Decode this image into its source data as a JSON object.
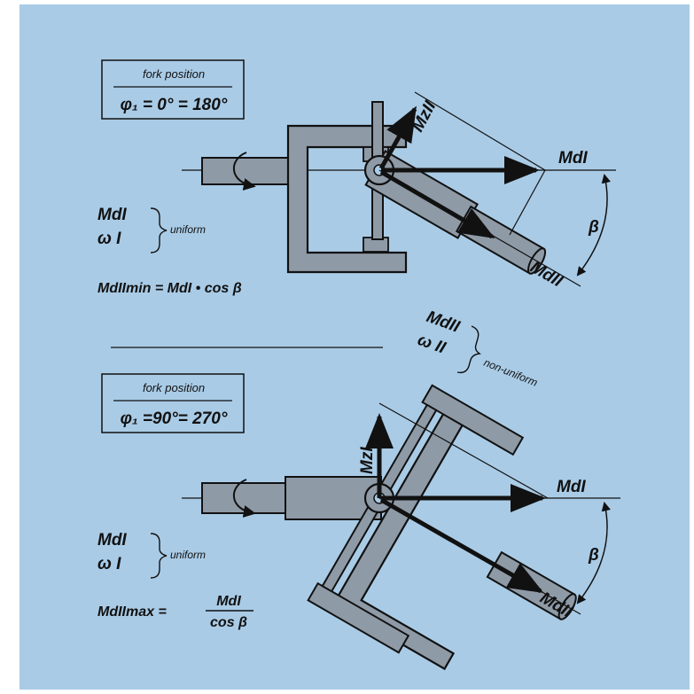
{
  "colors": {
    "background": "#a9cbe6",
    "ink": "#111111",
    "part_fill": "#8e9aa6"
  },
  "top": {
    "fork_label": "fork position",
    "fork_eq": "φ₁ = 0° = 180°",
    "vector_input": "MdI",
    "vector_output": "MdII",
    "vector_z": "MzII",
    "angle": "β",
    "torque": "MdI",
    "omega": "ω I",
    "uniform": "uniform",
    "formula": "MdIImin = MdI • cos β"
  },
  "middle": {
    "torque": "MdII",
    "omega": "ω II",
    "non_uniform": "non-uniform"
  },
  "bottom": {
    "fork_label": "fork position",
    "fork_eq": "φ₁ =90°= 270°",
    "vector_input": "MdI",
    "vector_output": "MdII",
    "vector_z": "MzI",
    "angle": "β",
    "torque": "MdI",
    "omega": "ω I",
    "uniform": "uniform",
    "formula_lhs": "MdIImax =",
    "formula_num": "MdI",
    "formula_den": "cos β"
  }
}
